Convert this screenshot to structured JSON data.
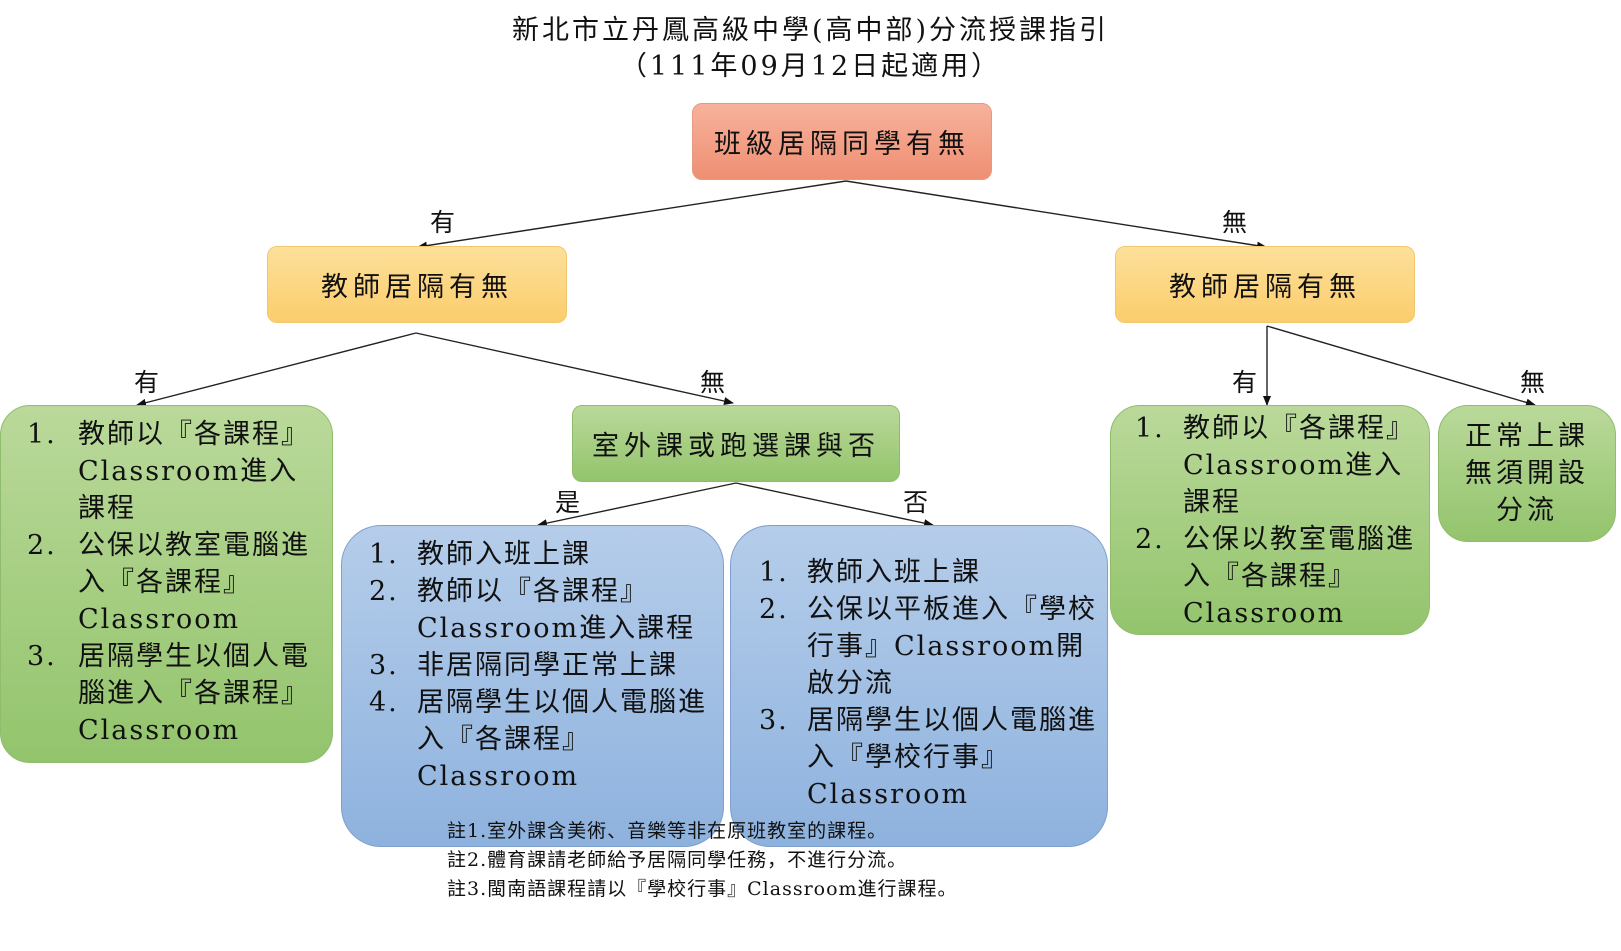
{
  "title": {
    "line1": "新北市立丹鳳高級中學(高中部)分流授課指引",
    "line2": "（111年09月12日起適用）"
  },
  "nodes": {
    "root": "班級居隔同學有無",
    "teacher_left": "教師居隔有無",
    "teacher_right": "教師居隔有無",
    "outdoor": "室外課或跑選課與否",
    "normal": [
      "正常上課",
      "無須開設",
      "分流"
    ]
  },
  "edge_labels": {
    "root_yes": "有",
    "root_no": "無",
    "left_yes": "有",
    "left_no": "無",
    "outdoor_yes": "是",
    "outdoor_no": "否",
    "right_yes": "有",
    "right_no": "無"
  },
  "leaf_left_green": [
    {
      "num": "1.",
      "text": "教師以『各課程』Classroom進入課程"
    },
    {
      "num": "2.",
      "text": "公保以教室電腦進入『各課程』Classroom"
    },
    {
      "num": "3.",
      "text": "居隔學生以個人電腦進入『各課程』 Classroom"
    }
  ],
  "leaf_blue_yes": [
    {
      "num": "1.",
      "text": "教師入班上課"
    },
    {
      "num": "2.",
      "text": "教師以『各課程』Classroom進入課程"
    },
    {
      "num": "3.",
      "text": "非居隔同學正常上課"
    },
    {
      "num": "4.",
      "text": "居隔學生以個人電腦進入『各課程』Classroom"
    }
  ],
  "leaf_blue_no": [
    {
      "num": "1.",
      "text": "教師入班上課"
    },
    {
      "num": "2.",
      "text": "公保以平板進入『學校行事』Classroom開啟分流"
    },
    {
      "num": "3.",
      "text": "居隔學生以個人電腦進入『學校行事』Classroom"
    }
  ],
  "leaf_right_green": [
    {
      "num": "1.",
      "text": "教師以『各課程』Classroom進入課程"
    },
    {
      "num": "2.",
      "text": "公保以教室電腦進入『各課程』Classroom"
    }
  ],
  "notes": [
    "註1.室外課含美術、音樂等非在原班教室的課程。",
    "註2.體育課請老師給予居隔同學任務，不進行分流。",
    "註3.閩南語課程請以『學校行事』Classroom進行課程。"
  ]
}
